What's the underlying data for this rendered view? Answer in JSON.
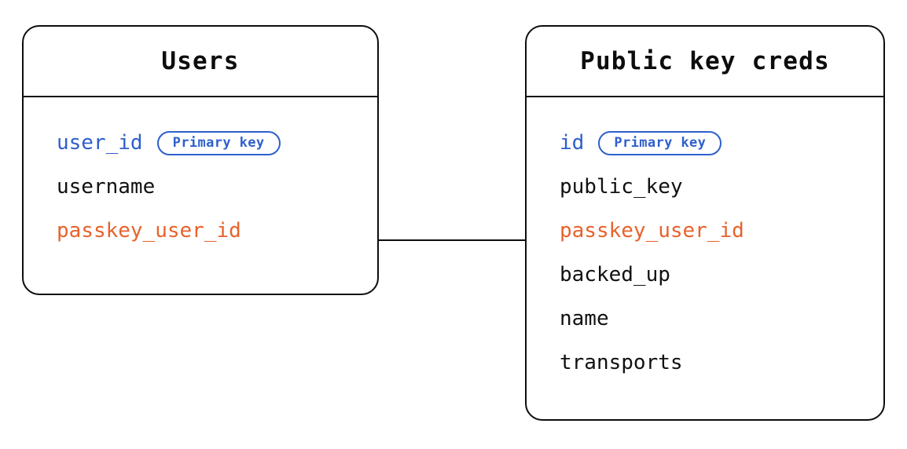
{
  "diagram": {
    "type": "entity-relationship-diagram",
    "background_color": "#ffffff",
    "colors": {
      "border": "#0d0d0d",
      "text": "#111111",
      "primary_key": "#2f5fcc",
      "foreign_key": "#e8622c"
    },
    "entities": [
      {
        "id": "users",
        "title": "Users",
        "fields": [
          {
            "name": "user_id",
            "role": "key",
            "badge": "Primary key"
          },
          {
            "name": "username",
            "role": "plain",
            "badge": null
          },
          {
            "name": "passkey_user_id",
            "role": "fk",
            "badge": null
          }
        ]
      },
      {
        "id": "public_key_creds",
        "title": "Public key creds",
        "fields": [
          {
            "name": "id",
            "role": "key",
            "badge": "Primary key"
          },
          {
            "name": "public_key",
            "role": "plain",
            "badge": null
          },
          {
            "name": "passkey_user_id",
            "role": "fk",
            "badge": null
          },
          {
            "name": "backed_up",
            "role": "plain",
            "badge": null
          },
          {
            "name": "name",
            "role": "plain",
            "badge": null
          },
          {
            "name": "transports",
            "role": "plain",
            "badge": null
          }
        ]
      }
    ],
    "relationships": [
      {
        "from": "users.passkey_user_id",
        "to": "public_key_creds.passkey_user_id"
      }
    ]
  }
}
